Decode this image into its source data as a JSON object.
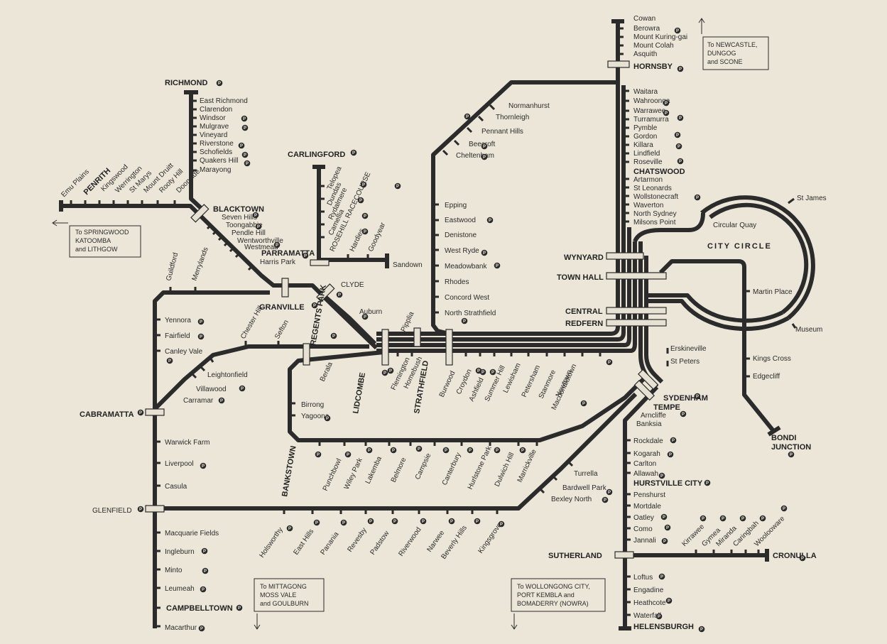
{
  "map_title": "CITY CIRCLE",
  "major_stations": {
    "richmond": "RICHMOND",
    "penrith": "PENRITH",
    "blacktown": "BLACKTOWN",
    "parramatta": "PARRAMATTA",
    "carlingford": "CARLINGFORD",
    "granville": "GRANVILLE",
    "clyde": "CLYDE",
    "regents_park": "REGENTS PARK",
    "lidcombe": "LIDCOMBE",
    "strathfield": "STRATHFIELD",
    "bankstown": "BANKSTOWN",
    "cabramatta": "CABRAMATTA",
    "glenfield": "GLENFIELD",
    "campbelltown": "CAMPBELLTOWN",
    "hornsby": "HORNSBY",
    "chatswood": "CHATSWOOD",
    "wynyard": "WYNYARD",
    "town_hall": "TOWN HALL",
    "central": "CENTRAL",
    "redfern": "REDFERN",
    "sydenham": "SYDENHAM",
    "tempe": "TEMPE",
    "hurstville_city": "HURSTVILLE CITY",
    "sutherland": "SUTHERLAND",
    "cronulla": "CRONULLA",
    "helensburgh": "HELENSBURGH",
    "bondi_junction_1": "BONDI",
    "bondi_junction_2": "JUNCTION"
  },
  "stations": {
    "richmond_line": [
      "East Richmond",
      "Clarendon",
      "Windsor",
      "Mulgrave",
      "Vineyard",
      "Riverstone",
      "Schofields",
      "Quakers Hill",
      "Marayong"
    ],
    "western": [
      "Emu Plains",
      "Kingswood",
      "Werrington",
      "St Marys",
      "Mount Druitt",
      "Rooty Hill",
      "Doonside"
    ],
    "blacktown_parramatta": [
      "Seven Hills",
      "Toongabbie",
      "Pendle Hill",
      "Wentworthville",
      "Westmead",
      "Harris Park"
    ],
    "carlingford_line": [
      "Telopea",
      "Dundas",
      "Rydalmere",
      "Camellia",
      "ROSEHILL RACECOURSE",
      "Hardies",
      "Goodyear"
    ],
    "sandown": "Sandown",
    "auburn": "Auburn",
    "flemington": "Flemington",
    "homebush": "Homebush",
    "piplia": "Pipplia",
    "cumberland": [
      "Guildford",
      "Merrylands"
    ],
    "south_west": [
      "Yennora",
      "Fairfield",
      "Canley Vale"
    ],
    "east_hills_cab": [
      "Leightonfield",
      "Villawood",
      "Carramar"
    ],
    "regents_park_line": [
      "Chester Hill",
      "Sefton"
    ],
    "berala": "Berala",
    "birrong": "Birrong",
    "yagoona": "Yagoona",
    "liverpool_line": [
      "Warwick Farm",
      "Liverpool",
      "Casula"
    ],
    "campbelltown_line": [
      "Macquarie Fields",
      "Ingleburn",
      "Minto",
      "Leumeah"
    ],
    "macarthur": "Macarthur",
    "north_shore_top": [
      "Cowan",
      "Berowra",
      "Mount Kuring-gai",
      "Mount Colah",
      "Asquith"
    ],
    "north_shore": [
      "Waitara",
      "Wahroonga",
      "Warrawee",
      "Turramurra",
      "Pymble",
      "Gordon",
      "Killara",
      "Lindfield",
      "Roseville"
    ],
    "north_shore_lower": [
      "Artarmon",
      "St Leonards",
      "Wollstonecraft",
      "Waverton",
      "North Sydney",
      "Milsons Point"
    ],
    "main_north": [
      "Normanhurst",
      "Thornleigh",
      "Pennant Hills",
      "Beecroft",
      "Cheltenham"
    ],
    "main_north_lower": [
      "Epping",
      "Eastwood",
      "Denistone",
      "West Ryde",
      "Meadowbank",
      "Rhodes",
      "Concord West",
      "North Strathfield"
    ],
    "inner_west": [
      "Burwood",
      "Croydon",
      "Ashfield",
      "Summer Hill",
      "Lewisham",
      "Petersham",
      "Stanmore",
      "Newtown",
      "Macdonaldtown"
    ],
    "bankstown_line": [
      "Punchbowl",
      "Wiley Park",
      "Lakemba",
      "Belmore",
      "Campsie",
      "Canterbury",
      "Hurlstone Park",
      "Dulwich Hill",
      "Marrickville"
    ],
    "east_hills_line": [
      "Holsworthy",
      "East Hills",
      "Panania",
      "Revesby",
      "Padstow",
      "Riverwood",
      "Narwee",
      "Beverly Hills",
      "Kingsgrove"
    ],
    "airport_line": [
      "Turrella",
      "Bardwell Park",
      "Bexley North"
    ],
    "erskineville": "Erskineville",
    "st_peters": "St Peters",
    "illawarra": [
      "Arncliffe",
      "Banksia",
      "Rockdale",
      "Kogarah",
      "Carlton",
      "Allawah"
    ],
    "illawarra_lower": [
      "Penshurst",
      "Mortdale",
      "Oatley",
      "Como",
      "Jannali"
    ],
    "cronulla_line": [
      "Kirrawee",
      "Gymea",
      "Miranda",
      "Caringbah",
      "Woolooware"
    ],
    "south_coast": [
      "Loftus",
      "Engadine",
      "Heathcote",
      "Waterfall"
    ],
    "circle": [
      "Circular Quay",
      "St James",
      "Museum"
    ],
    "eastern_suburbs": [
      "Martin Place",
      "Kings Cross",
      "Edgecliff"
    ]
  },
  "parking_symbol": "P",
  "notes": {
    "springwood": [
      "To SPRINGWOOD",
      "KATOOMBA",
      "and LITHGOW"
    ],
    "newcastle": [
      "To NEWCASTLE,",
      "DUNGOG",
      "and SCONE"
    ],
    "mittagong": [
      "To MITTAGONG",
      "MOSS VALE",
      "and GOULBURN"
    ],
    "wollongong": [
      "To WOLLONGONG CITY,",
      "PORT KEMBLA and",
      "BOMADERRY (NOWRA)"
    ]
  },
  "colors": {
    "line": "#2b2b2b",
    "paper": "#ebe6d8",
    "interchange": "#e6e1d3"
  }
}
